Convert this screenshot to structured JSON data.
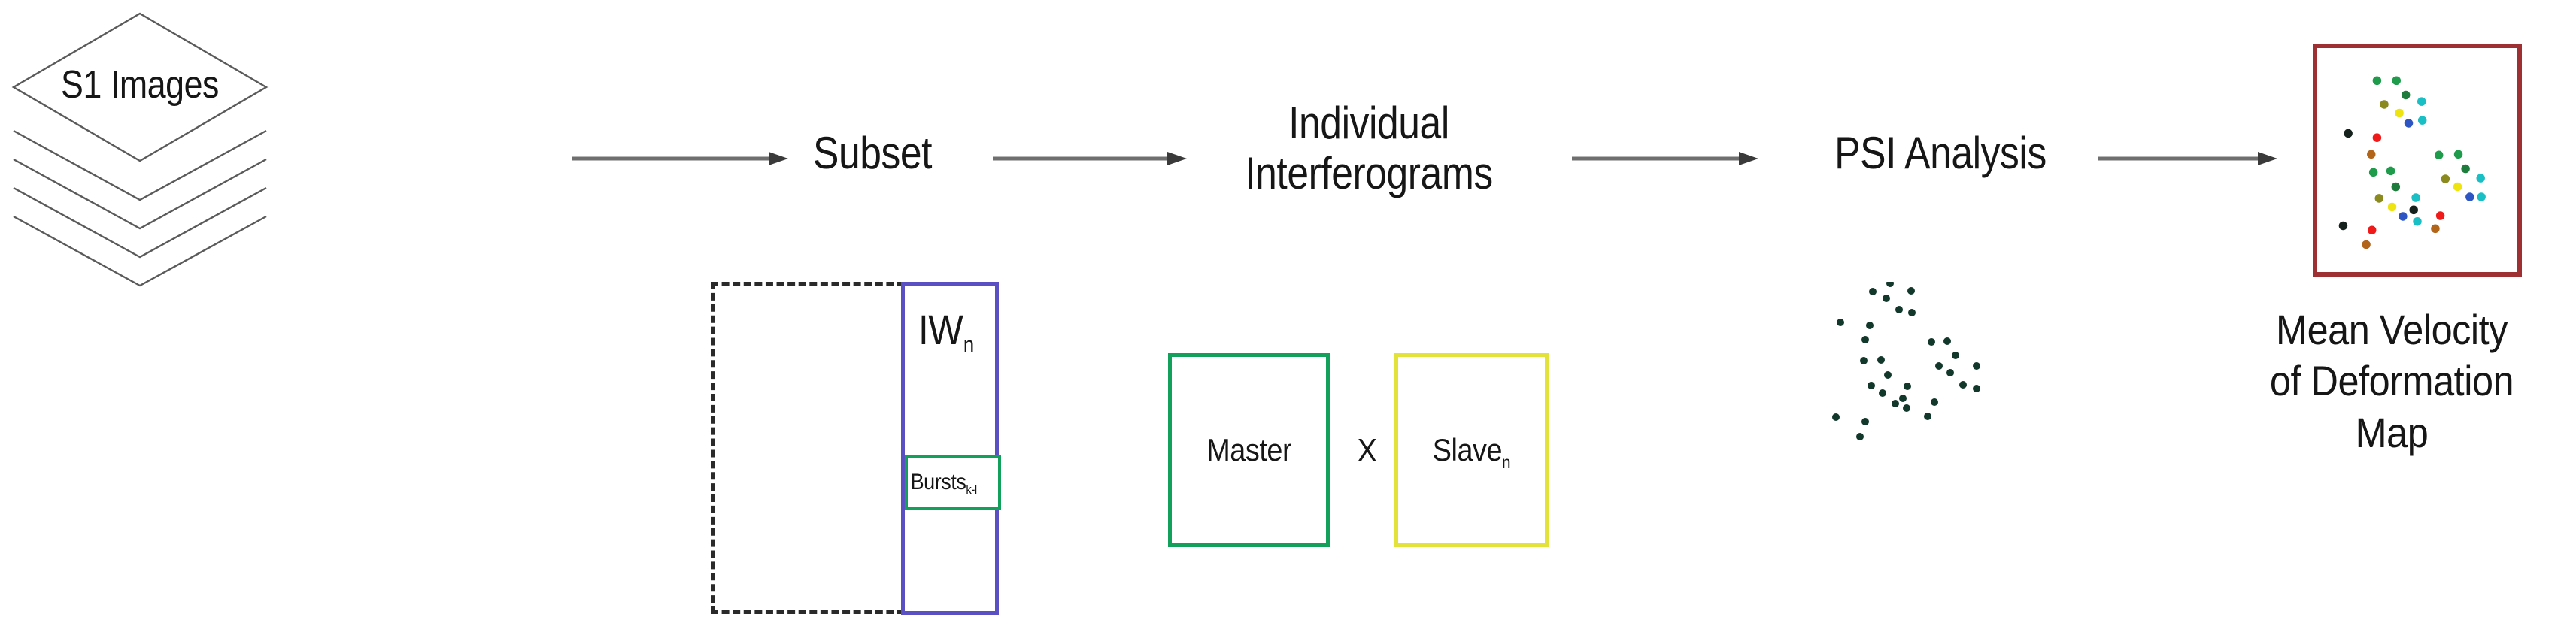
{
  "diagram": {
    "title": "PSI (Persistent Scatterer Interferometry) processing workflow",
    "colors": {
      "diamond_stroke": "#5a5a5a",
      "arrow": "#4d4d4d",
      "dashed_box": "#2a2a2a",
      "iw_box": "#5B4FC4",
      "bursts_box": "#12A05A",
      "master_box": "#12A05A",
      "slave_box": "#E2E23A",
      "map_border": "#9E2F32",
      "psi_point": "#12372B"
    }
  },
  "stages": {
    "s1_images": {
      "label": "S1 Images"
    },
    "subset": {
      "label": "Subset"
    },
    "individual_interferograms": {
      "line1": "Individual",
      "line2": "Interferograms"
    },
    "psi_analysis": {
      "label": "PSI Analysis"
    },
    "mean_velocity_map": {
      "line1": "Mean Velocity",
      "line2": "of Deformation",
      "line3": "Map"
    }
  },
  "subset_detail": {
    "iw_label": "IW",
    "iw_subscript": "n",
    "bursts_label": "Bursts",
    "bursts_subscript": "k-l"
  },
  "interferogram_detail": {
    "master_label": "Master",
    "operator_label": "X",
    "slave_label": "Slave",
    "slave_subscript": "n"
  },
  "chart_data": [
    {
      "type": "scatter",
      "name": "psi-point-cloud",
      "title": "PSI persistent scatterer candidates",
      "xlabel": "",
      "ylabel": "",
      "grid": false,
      "legend": null,
      "xlim": [
        0,
        300
      ],
      "ylim": [
        0,
        220
      ],
      "point_color": "#12372B",
      "point_radius": 5,
      "points": [
        {
          "x": 113,
          "y": 2
        },
        {
          "x": 90,
          "y": 13
        },
        {
          "x": 108,
          "y": 22
        },
        {
          "x": 141,
          "y": 12
        },
        {
          "x": 125,
          "y": 37
        },
        {
          "x": 142,
          "y": 41
        },
        {
          "x": 47,
          "y": 54
        },
        {
          "x": 86,
          "y": 58
        },
        {
          "x": 80,
          "y": 77
        },
        {
          "x": 168,
          "y": 80
        },
        {
          "x": 189,
          "y": 79
        },
        {
          "x": 78,
          "y": 105
        },
        {
          "x": 101,
          "y": 104
        },
        {
          "x": 200,
          "y": 98
        },
        {
          "x": 178,
          "y": 112
        },
        {
          "x": 193,
          "y": 121
        },
        {
          "x": 110,
          "y": 124
        },
        {
          "x": 228,
          "y": 112
        },
        {
          "x": 88,
          "y": 138
        },
        {
          "x": 103,
          "y": 148
        },
        {
          "x": 136,
          "y": 139
        },
        {
          "x": 210,
          "y": 137
        },
        {
          "x": 228,
          "y": 142
        },
        {
          "x": 130,
          "y": 155
        },
        {
          "x": 120,
          "y": 162
        },
        {
          "x": 135,
          "y": 168
        },
        {
          "x": 172,
          "y": 160
        },
        {
          "x": 41,
          "y": 180
        },
        {
          "x": 80,
          "y": 186
        },
        {
          "x": 163,
          "y": 179
        },
        {
          "x": 73,
          "y": 206
        }
      ]
    },
    {
      "type": "scatter",
      "name": "mean-velocity-deformation-map",
      "title": "Mean Velocity of Deformation Map",
      "xlabel": "",
      "ylabel": "",
      "grid": false,
      "legend": null,
      "xlim": [
        0,
        278
      ],
      "ylim": [
        0,
        310
      ],
      "border_color": "#9E2F32",
      "point_radius": 6,
      "points": [
        {
          "x": 83,
          "y": 45,
          "color": "#1E9B4B"
        },
        {
          "x": 110,
          "y": 45,
          "color": "#1E9B4B"
        },
        {
          "x": 123,
          "y": 65,
          "color": "#1E7D3C"
        },
        {
          "x": 93,
          "y": 78,
          "color": "#8A8A1E"
        },
        {
          "x": 114,
          "y": 90,
          "color": "#EDE412"
        },
        {
          "x": 145,
          "y": 74,
          "color": "#19BFC4"
        },
        {
          "x": 127,
          "y": 104,
          "color": "#2D55C4"
        },
        {
          "x": 146,
          "y": 100,
          "color": "#19BFC4"
        },
        {
          "x": 43,
          "y": 118,
          "color": "#15211C"
        },
        {
          "x": 83,
          "y": 124,
          "color": "#F01A1A"
        },
        {
          "x": 75,
          "y": 147,
          "color": "#B26418"
        },
        {
          "x": 78,
          "y": 172,
          "color": "#1E9B4B"
        },
        {
          "x": 102,
          "y": 170,
          "color": "#1E9B4B"
        },
        {
          "x": 109,
          "y": 192,
          "color": "#1E7D3C"
        },
        {
          "x": 86,
          "y": 208,
          "color": "#8A8A1E"
        },
        {
          "x": 104,
          "y": 220,
          "color": "#EDE412"
        },
        {
          "x": 137,
          "y": 207,
          "color": "#19BFC4"
        },
        {
          "x": 119,
          "y": 233,
          "color": "#2D55C4"
        },
        {
          "x": 134,
          "y": 224,
          "color": "#15211C"
        },
        {
          "x": 139,
          "y": 240,
          "color": "#19BFC4"
        },
        {
          "x": 169,
          "y": 148,
          "color": "#1E9B4B"
        },
        {
          "x": 196,
          "y": 147,
          "color": "#1E9B4B"
        },
        {
          "x": 206,
          "y": 167,
          "color": "#1E7D3C"
        },
        {
          "x": 178,
          "y": 181,
          "color": "#8A8A1E"
        },
        {
          "x": 195,
          "y": 192,
          "color": "#EDE412"
        },
        {
          "x": 227,
          "y": 180,
          "color": "#19BFC4"
        },
        {
          "x": 212,
          "y": 206,
          "color": "#2D55C4"
        },
        {
          "x": 228,
          "y": 206,
          "color": "#19BFC4"
        },
        {
          "x": 36,
          "y": 246,
          "color": "#15211C"
        },
        {
          "x": 76,
          "y": 252,
          "color": "#F01A1A"
        },
        {
          "x": 171,
          "y": 232,
          "color": "#F01A1A"
        },
        {
          "x": 164,
          "y": 250,
          "color": "#B26418"
        },
        {
          "x": 68,
          "y": 272,
          "color": "#B26418"
        }
      ]
    }
  ]
}
